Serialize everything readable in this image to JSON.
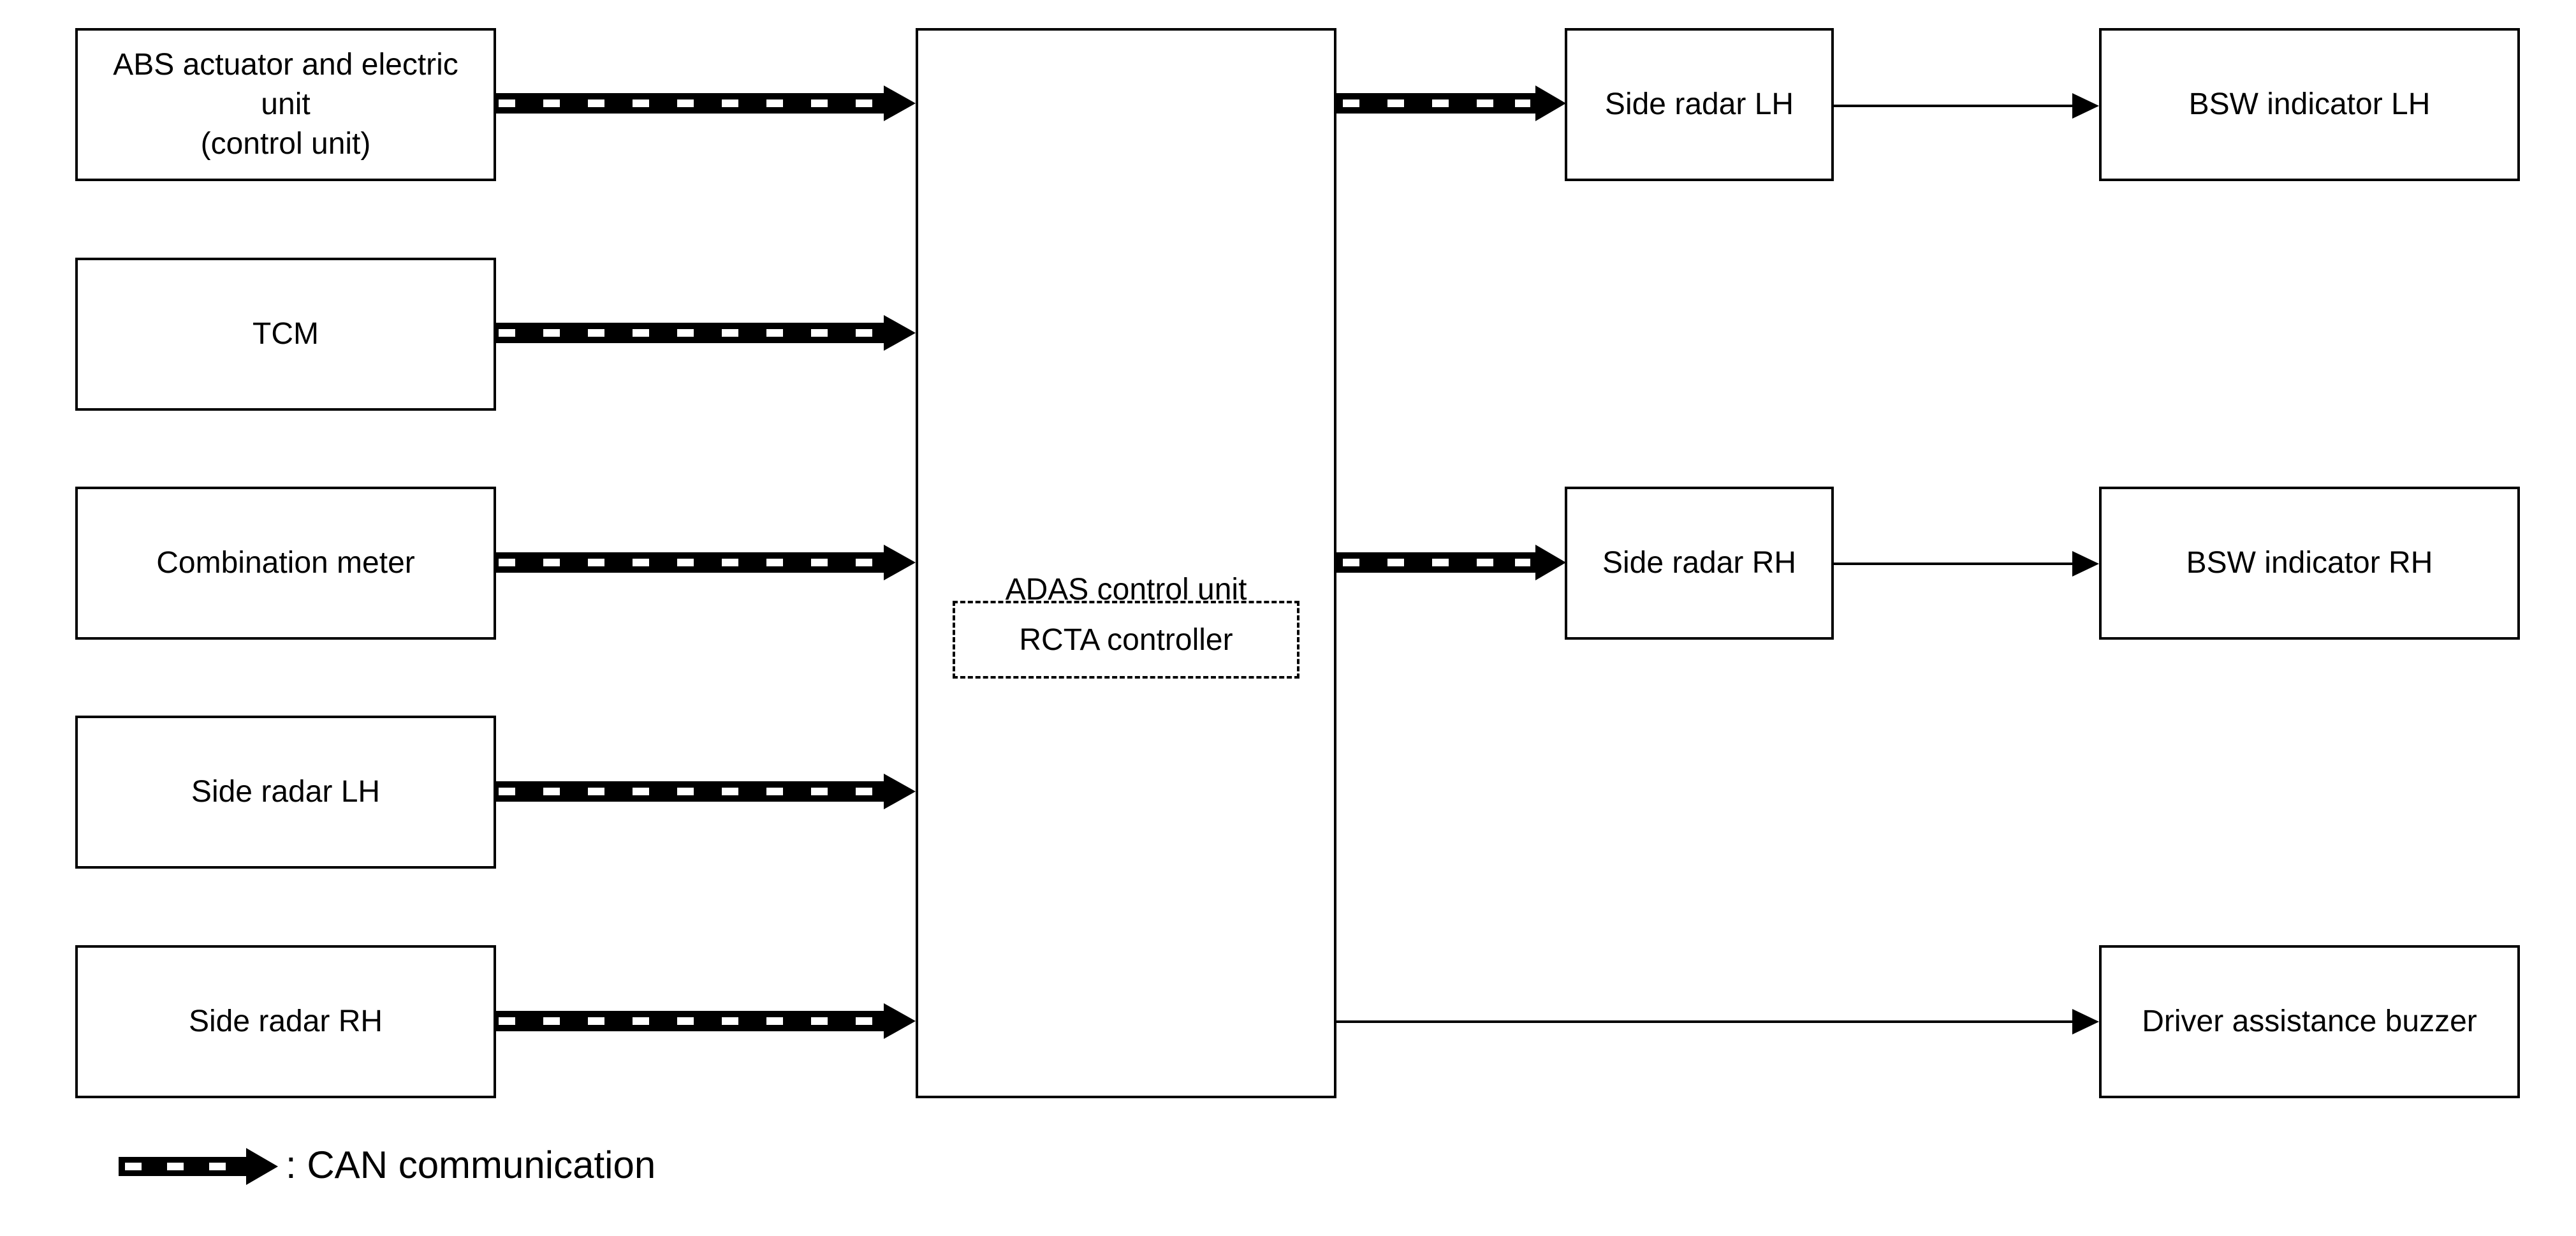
{
  "inputs": {
    "abs_line1": "ABS actuator and electric",
    "abs_line2": "unit",
    "abs_line3": "(control unit)",
    "tcm": "TCM",
    "combination_meter": "Combination meter",
    "side_radar_lh": "Side radar LH",
    "side_radar_rh": "Side radar RH"
  },
  "center": {
    "title": "ADAS control unit",
    "sub": "RCTA controller"
  },
  "radars": {
    "lh": "Side radar LH",
    "rh": "Side radar RH"
  },
  "outputs": {
    "bsw_lh": "BSW indicator LH",
    "bsw_rh": "BSW indicator RH",
    "buzzer": "Driver assistance buzzer"
  },
  "legend": {
    "text": ": CAN communication"
  }
}
